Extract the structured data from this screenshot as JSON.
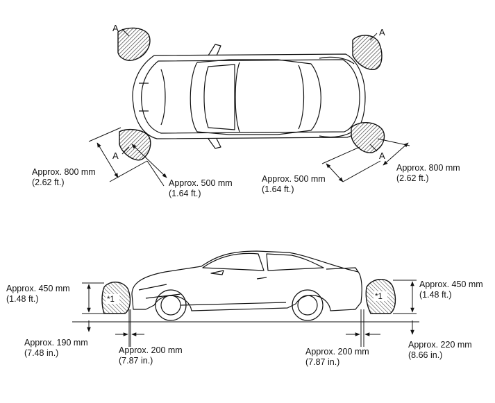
{
  "colors": {
    "line": "#111111",
    "zone_hatch": "#555555",
    "background": "#ffffff"
  },
  "top_view": {
    "zone_marker": "A",
    "label_front_left_side": {
      "line1": "Approx. 800 mm",
      "line2": "(2.62 ft.)"
    },
    "label_front_left_front": {
      "line1": "Approx. 500 mm",
      "line2": "(1.64 ft.)"
    },
    "label_front_right_front": {
      "line1": "Approx. 500 mm",
      "line2": "(1.64 ft.)"
    },
    "label_front_right_side": {
      "line1": "Approx. 800 mm",
      "line2": "(2.62 ft.)"
    }
  },
  "side_view": {
    "zone_marker": "*1",
    "label_front_height": {
      "line1": "Approx. 450 mm",
      "line2": "(1.48 ft.)"
    },
    "label_front_ground": {
      "line1": "Approx. 190 mm",
      "line2": "(7.48 in.)"
    },
    "label_front_distance": {
      "line1": "Approx. 200 mm",
      "line2": "(7.87 in.)"
    },
    "label_rear_distance": {
      "line1": "Approx. 200 mm",
      "line2": "(7.87 in.)"
    },
    "label_rear_height": {
      "line1": "Approx. 450 mm",
      "line2": "(1.48 ft.)"
    },
    "label_rear_ground": {
      "line1": "Approx. 220 mm",
      "line2": "(8.66 in.)"
    }
  }
}
